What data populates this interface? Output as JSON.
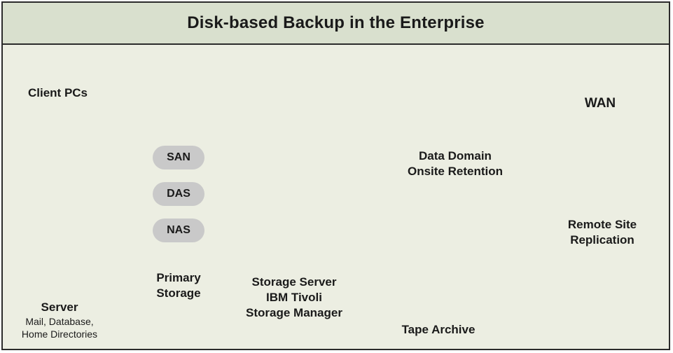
{
  "title": "Disk-based Backup in the Enterprise",
  "nodes": {
    "client_pcs": {
      "label": "Client PCs"
    },
    "server": {
      "label": "Server",
      "sublabel_1": "Mail, Database,",
      "sublabel_2": "Home Directories"
    },
    "primary_storage": {
      "label_1": "Primary",
      "label_2": "Storage",
      "types": [
        "SAN",
        "DAS",
        "NAS"
      ]
    },
    "storage_server": {
      "label_1": "Storage Server",
      "label_2": "IBM Tivoli",
      "label_3": "Storage Manager"
    },
    "data_domain": {
      "label_1": "Data Domain",
      "label_2": "Onsite Retention"
    },
    "tape_archive": {
      "label": "Tape Archive"
    },
    "wan": {
      "label": "WAN"
    },
    "remote_site": {
      "label_1": "Remote Site",
      "label_2": "Replication"
    }
  },
  "colors": {
    "background": "#eceee2",
    "header": "#d9e0ce",
    "storage_box": "#dcdfe5",
    "pill": "#c9c9c9",
    "appliance_accent": "#c0263b"
  }
}
